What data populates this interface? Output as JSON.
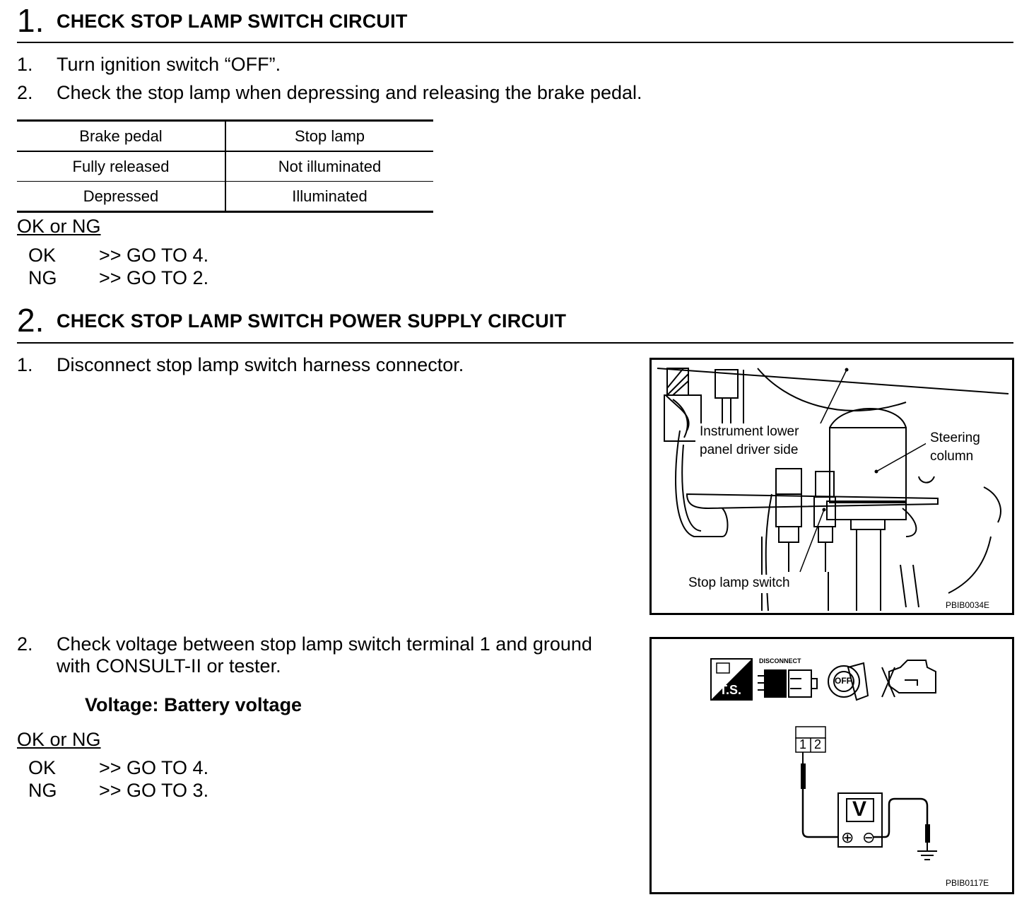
{
  "section1": {
    "number": "1.",
    "title": "CHECK STOP LAMP SWITCH CIRCUIT",
    "steps": [
      {
        "n": "1.",
        "text": "Turn ignition switch “OFF”."
      },
      {
        "n": "2.",
        "text": "Check the stop lamp when depressing and releasing the brake pedal."
      }
    ],
    "table": {
      "headers": [
        "Brake pedal",
        "Stop lamp"
      ],
      "rows": [
        [
          "Fully released",
          "Not illuminated"
        ],
        [
          "Depressed",
          "Illuminated"
        ]
      ]
    },
    "ok_or_ng": "OK or NG",
    "results": [
      {
        "key": "OK",
        "action": ">> GO TO 4."
      },
      {
        "key": "NG",
        "action": ">> GO TO 2."
      }
    ]
  },
  "section2": {
    "number": "2.",
    "title": "CHECK STOP LAMP SWITCH POWER SUPPLY CIRCUIT",
    "steps": [
      {
        "n": "1.",
        "text": "Disconnect stop lamp switch harness connector."
      },
      {
        "n": "2.",
        "text_line1": "Check voltage between stop lamp switch terminal 1 and ground",
        "text_line2": "with CONSULT-II or tester."
      }
    ],
    "spec": "Voltage: Battery voltage",
    "ok_or_ng": "OK or NG",
    "results": [
      {
        "key": "OK",
        "action": ">> GO TO 4."
      },
      {
        "key": "NG",
        "action": ">> GO TO 3."
      }
    ]
  },
  "figure1": {
    "label_instrument_line1": "Instrument lower",
    "label_instrument_line2": "panel driver side",
    "label_steering_line1": "Steering",
    "label_steering_line2": "column",
    "label_switch": "Stop lamp switch",
    "code": "PBIB0034E"
  },
  "figure2": {
    "icon_ts_text": "T.S.",
    "icon_disconnect_text": "DISCONNECT",
    "icon_key_text": "OFF",
    "connector_terminal_1": "1",
    "connector_terminal_2": "2",
    "meter_label": "V",
    "plus_symbol": "⊕",
    "minus_symbol": "⊖",
    "code": "PBIB0117E"
  }
}
